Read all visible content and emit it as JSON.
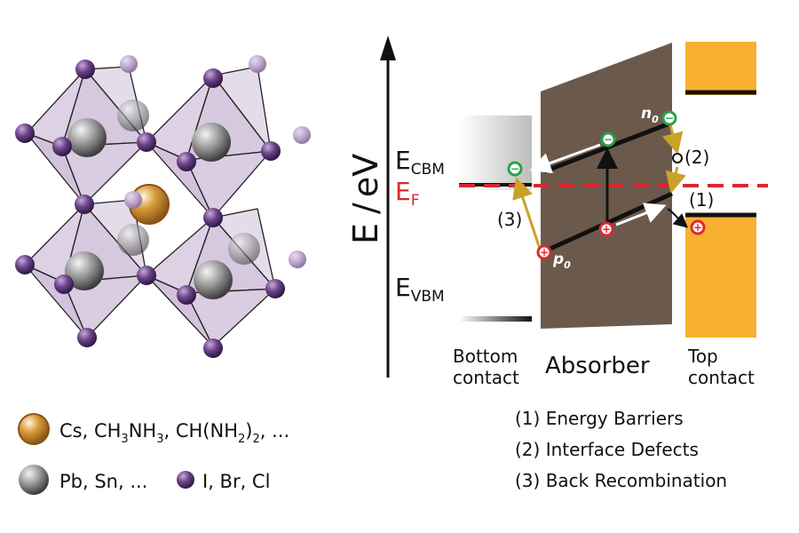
{
  "colors": {
    "absorber": "#6b5a4c",
    "contact": "#f8b133",
    "fermi": "#d7282f",
    "electron": "#2aa14a",
    "hole": "#e0282e",
    "arrow_gold": "#c9a227",
    "octahedron": "#b9a0c2",
    "halide": "#5c3c79",
    "cation_a": "#c4862b",
    "metal_b": "#8c8c8c"
  },
  "icons": {
    "a-cation": "orange-sphere",
    "b-metal": "grey-sphere",
    "x-halide": "purple-sphere",
    "electron": "green-circle-minus",
    "hole": "red-circle-plus",
    "defect": "open-circle"
  },
  "axis": {
    "label_main": "E",
    "label_slash": "/",
    "label_unit": "eV"
  },
  "levels": {
    "cbm_main": "E",
    "cbm_sub": "CBM",
    "fermi_main": "E",
    "fermi_sub": "F",
    "vbm_main": "E",
    "vbm_sub": "VBM"
  },
  "regions": {
    "bottom_line1": "Bottom",
    "bottom_line2": "contact",
    "absorber": "Absorber",
    "top_line1": "Top",
    "top_line2": "contact"
  },
  "carriers": {
    "n0_main": "n",
    "n0_sub": "0",
    "p0_main": "p",
    "p0_sub": "0",
    "electron_symbol": "−",
    "hole_symbol": "+"
  },
  "markers": {
    "m1": "(1)",
    "m2": "(2)",
    "m3": "(3)"
  },
  "legend": {
    "a_prefix": "Cs, CH",
    "a_sub1": "3",
    "a_mid1": "NH",
    "a_sub2": "3",
    "a_mid2": ", CH(NH",
    "a_sub3": "2",
    "a_mid3": ")",
    "a_sub4": "2",
    "a_suffix": ", ...",
    "b_text": "Pb, Sn, ...",
    "x_text": "I, Br, Cl"
  },
  "mechanisms": [
    "(1) Energy Barriers",
    "(2) Interface Defects",
    "(3) Back Recombination"
  ]
}
